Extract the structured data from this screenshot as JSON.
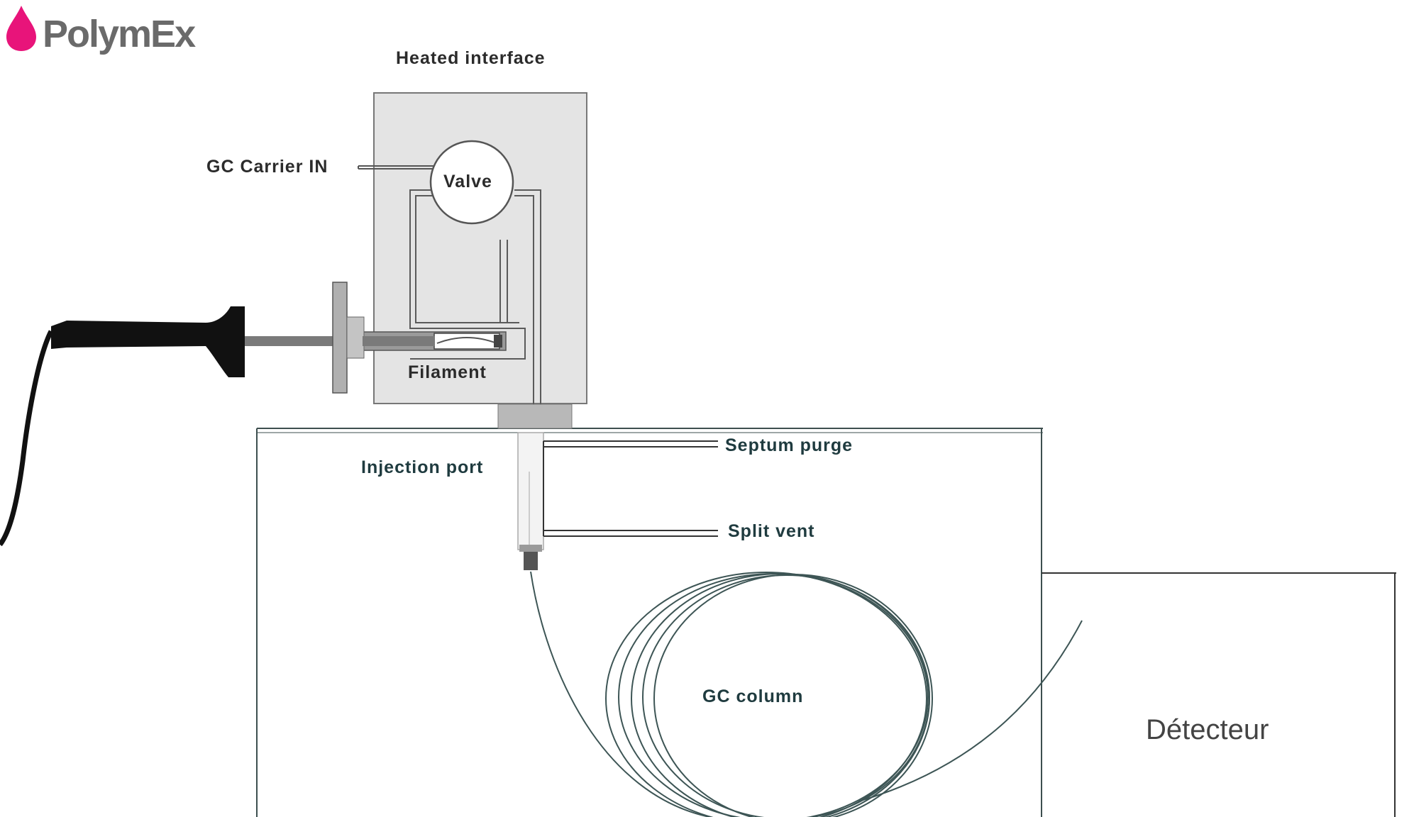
{
  "logo": {
    "text": "PolymEx",
    "accent_color": "#e8147a"
  },
  "labels": {
    "heated_interface": "Heated interface",
    "gc_carrier_in": "GC Carrier IN",
    "valve": "Valve",
    "filament": "Filament",
    "injection_port": "Injection port",
    "septum_purge": "Septum purge",
    "split_vent": "Split vent",
    "gc_column": "GC column",
    "detecteur": "Détecteur"
  },
  "colors": {
    "line": "#3d4f4f",
    "interface_fill": "#e4e4e4",
    "probe": "#111111"
  }
}
